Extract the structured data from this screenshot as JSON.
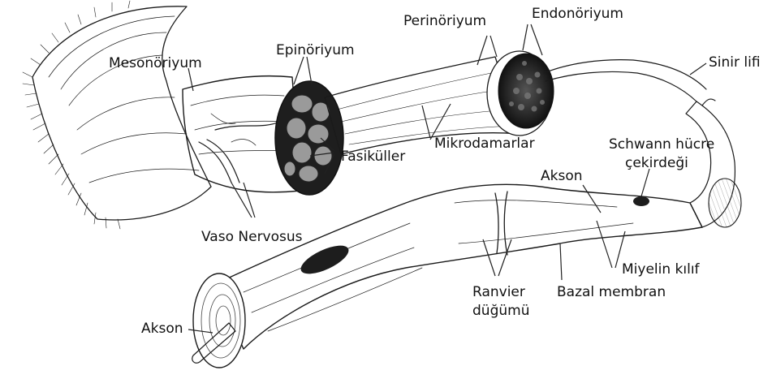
{
  "labels": {
    "mesonoriyum": "Mesonöriyum",
    "epinoriyum": "Epinöriyum",
    "perinoriyum": "Perinöriyum",
    "endonoriyum": "Endonöriyum",
    "sinir_lifi": "Sinir lifi",
    "mikrodamarlar": "Mikrodamarlar",
    "fasikuller": "Fasiküller",
    "schwann_line1": "Schwann hücre",
    "schwann_line2": "çekirdeği",
    "akson_upper": "Akson",
    "vaso_nervosus": "Vaso Nervosus",
    "miyelin_kilif": "Miyelin kılıf",
    "ranvier_line1": "Ranvier",
    "ranvier_line2": "düğümü",
    "bazal_membran": "Bazal membran",
    "akson_lower": "Akson"
  },
  "colors": {
    "ink": "#1a1a1a",
    "paper": "#ffffff",
    "shade": "#d9d9d9",
    "dark": "#2b2b2b"
  }
}
